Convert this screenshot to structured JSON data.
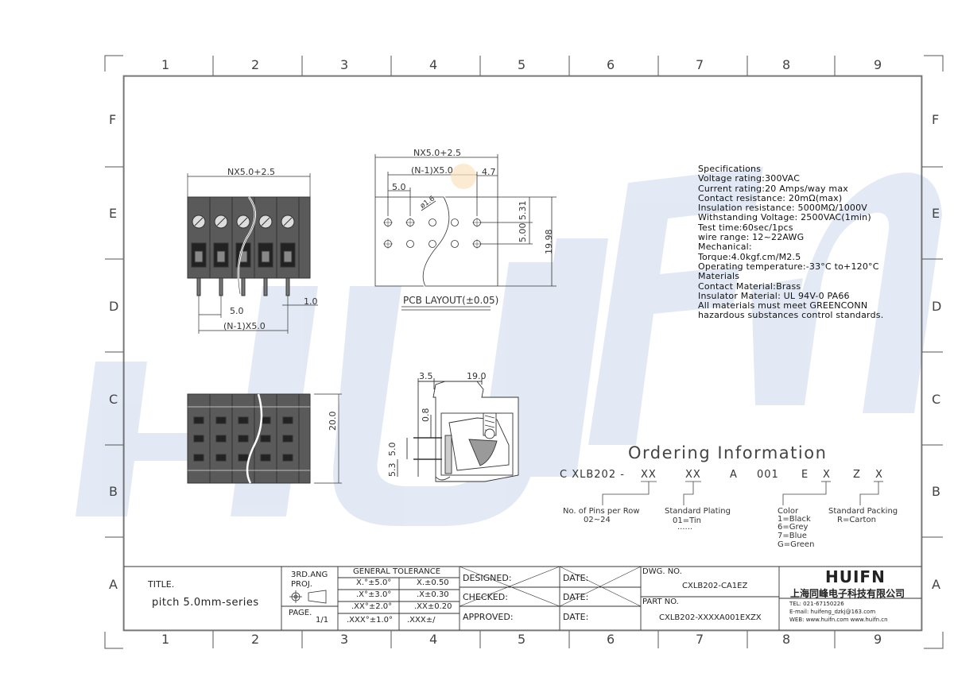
{
  "frame": {
    "columns": [
      "1",
      "2",
      "3",
      "4",
      "5",
      "6",
      "7",
      "8",
      "9"
    ],
    "rows": [
      "F",
      "E",
      "D",
      "C",
      "B",
      "A"
    ]
  },
  "watermark": {
    "text": "HUIFN",
    "color": "#c8d4ea"
  },
  "specifications": {
    "lines": [
      "Specifications",
      "Voltage rating:300VAC",
      "Current rating:20 Amps/way max",
      "Contact resistance: 20mΩ(max)",
      "Insulation resistance: 5000MΩ/1000V",
      "Withstanding Voltage: 2500VAC(1min)",
      "Test time:60sec/1pcs",
      "wire range: 12~22AWG",
      "Mechanical:",
      "Torque:4.0kgf.cm/M2.5",
      "Operating temperature:-33°C to+120°C",
      "Materials",
      "Contact Material:Brass",
      "Insulator Material: UL 94V-0 PA66",
      "All materials must meet GREENCONN",
      "hazardous substances control standards."
    ]
  },
  "front_view": {
    "width_dim": "NX5.0+2.5",
    "pitch_dim": "5.0",
    "pin_dim": "1.0",
    "span_dim": "(N-1)X5.0"
  },
  "pcb_layout": {
    "width_dim": "NX5.0+2.5",
    "span_dim": "(N-1)X5.0",
    "edge_dim": "4.7",
    "pitch_dim": "5.0",
    "hole_dim": "ø1.6",
    "top_dim": "5.31",
    "row_dim": "5.00",
    "height_dim": "19.98",
    "caption": "PCB LAYOUT(±0.05)"
  },
  "side_view": {
    "offset_dim": "3.5",
    "depth_dim": "19.0",
    "pin_dim": "0.8",
    "pin_len_dim": "5.0",
    "pin_total_dim": "5.3"
  },
  "bottom_view": {
    "height_dim": "20.0"
  },
  "ordering": {
    "title": "Ordering Information",
    "code": [
      "C XLB202 -",
      "XX",
      "XX",
      "A",
      "001",
      "E",
      "X",
      "Z",
      "X"
    ],
    "pins_label": "No. of Pins per Row",
    "pins_range": "02~24",
    "plating_label": "Standard Plating",
    "plating_value": "01=Tin",
    "plating_more": "......",
    "color_label": "Color",
    "color_options": [
      "1=Black",
      "6=Grey",
      "7=Blue",
      "G=Green"
    ],
    "packing_label": "Standard Packing",
    "packing_value": "R=Carton"
  },
  "title_block": {
    "title_label": "TITLE.",
    "title_value": "pitch 5.0mm-series",
    "projection": "3RD.ANG",
    "projection2": "PROJ.",
    "page_label": "PAGE.",
    "page_value": "1/1",
    "tolerance_header": "GENERAL TOLERANCE",
    "tolerances": [
      [
        "X.°±5.0°",
        "X.±0.50"
      ],
      [
        ".X°±3.0°",
        ".X±0.30"
      ],
      [
        ".XX°±2.0°",
        ".XX±0.20"
      ],
      [
        ".XXX°±1.0°",
        ".XXX±/"
      ]
    ],
    "designed": "DESIGNED:",
    "checked": "CHECKED:",
    "approved": "APPROVED:",
    "date": "DATE:",
    "dwg_label": "DWG. NO.",
    "dwg_value": "CXLB202-CA1EZ",
    "part_label": "PART NO.",
    "part_value": "CXLB202-XXXXA001EXZX",
    "company_logo": "HUIFN",
    "company_name": "上海同峰电子科技有限公司",
    "tel": "TEL: 021-67150226",
    "email": "E-mail: huifeng_dzkj@163.com",
    "web": "WEB: www.huifn.com  www.huifn.cn"
  }
}
